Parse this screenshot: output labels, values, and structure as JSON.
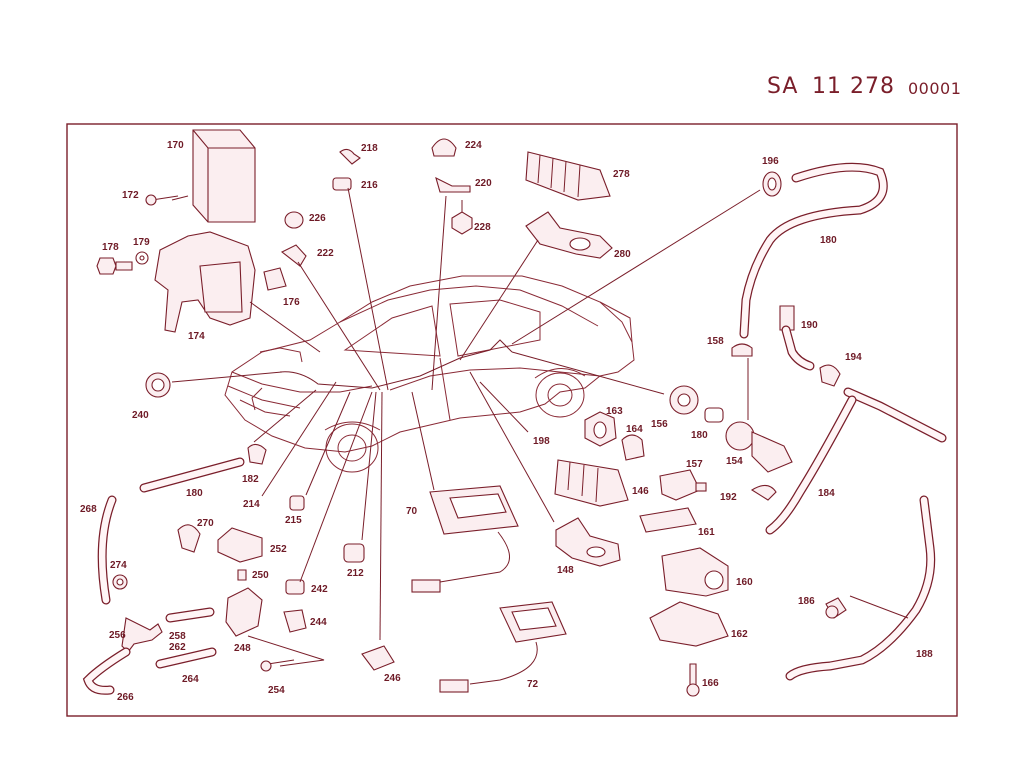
{
  "header": {
    "prefix": "SA",
    "number": "11 278",
    "sheet": "00001"
  },
  "callouts": {
    "c170": "170",
    "c172": "172",
    "c178": "178",
    "c179": "179",
    "c174": "174",
    "c218": "218",
    "c216": "216",
    "c226": "226",
    "c222": "222",
    "c176": "176",
    "c224": "224",
    "c220": "220",
    "c228": "228",
    "c278": "278",
    "c280": "280",
    "c196": "196",
    "c180a": "180",
    "c190": "190",
    "c194": "194",
    "c158": "158",
    "c240": "240",
    "c163": "163",
    "c164": "164",
    "c156": "156",
    "c180b": "180",
    "c154": "154",
    "c198": "198",
    "c182": "182",
    "c180c": "180",
    "c214": "214",
    "c215": "215",
    "c157": "157",
    "c192": "192",
    "c184": "184",
    "c146": "146",
    "c268": "268",
    "c270": "270",
    "c70": "70",
    "c161": "161",
    "c252": "252",
    "c274": "274",
    "c212": "212",
    "c148": "148",
    "c250": "250",
    "c242": "242",
    "c160": "160",
    "c186": "186",
    "c256": "256",
    "c258": "258",
    "c262": "262",
    "c244": "244",
    "c248": "248",
    "c162": "162",
    "c264": "264",
    "c188": "188",
    "c254": "254",
    "c246": "246",
    "c72": "72",
    "c166": "166",
    "c266": "266"
  }
}
